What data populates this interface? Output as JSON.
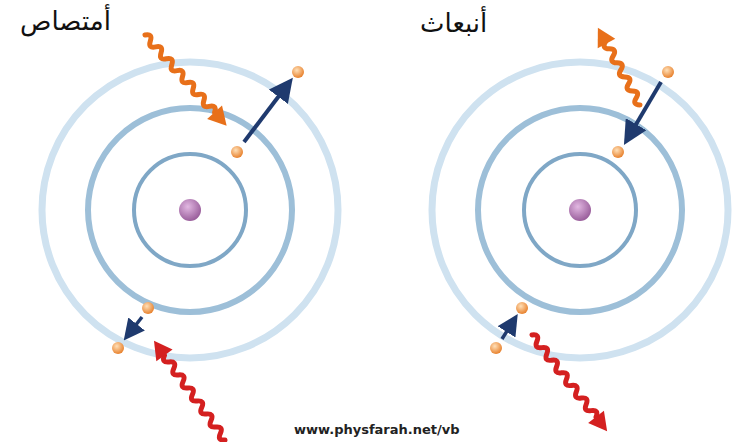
{
  "diagram": {
    "labels": [
      "أمتصاص",
      "أنبعاث",
      "www.physfarah.net/vb"
    ]
  }
}
